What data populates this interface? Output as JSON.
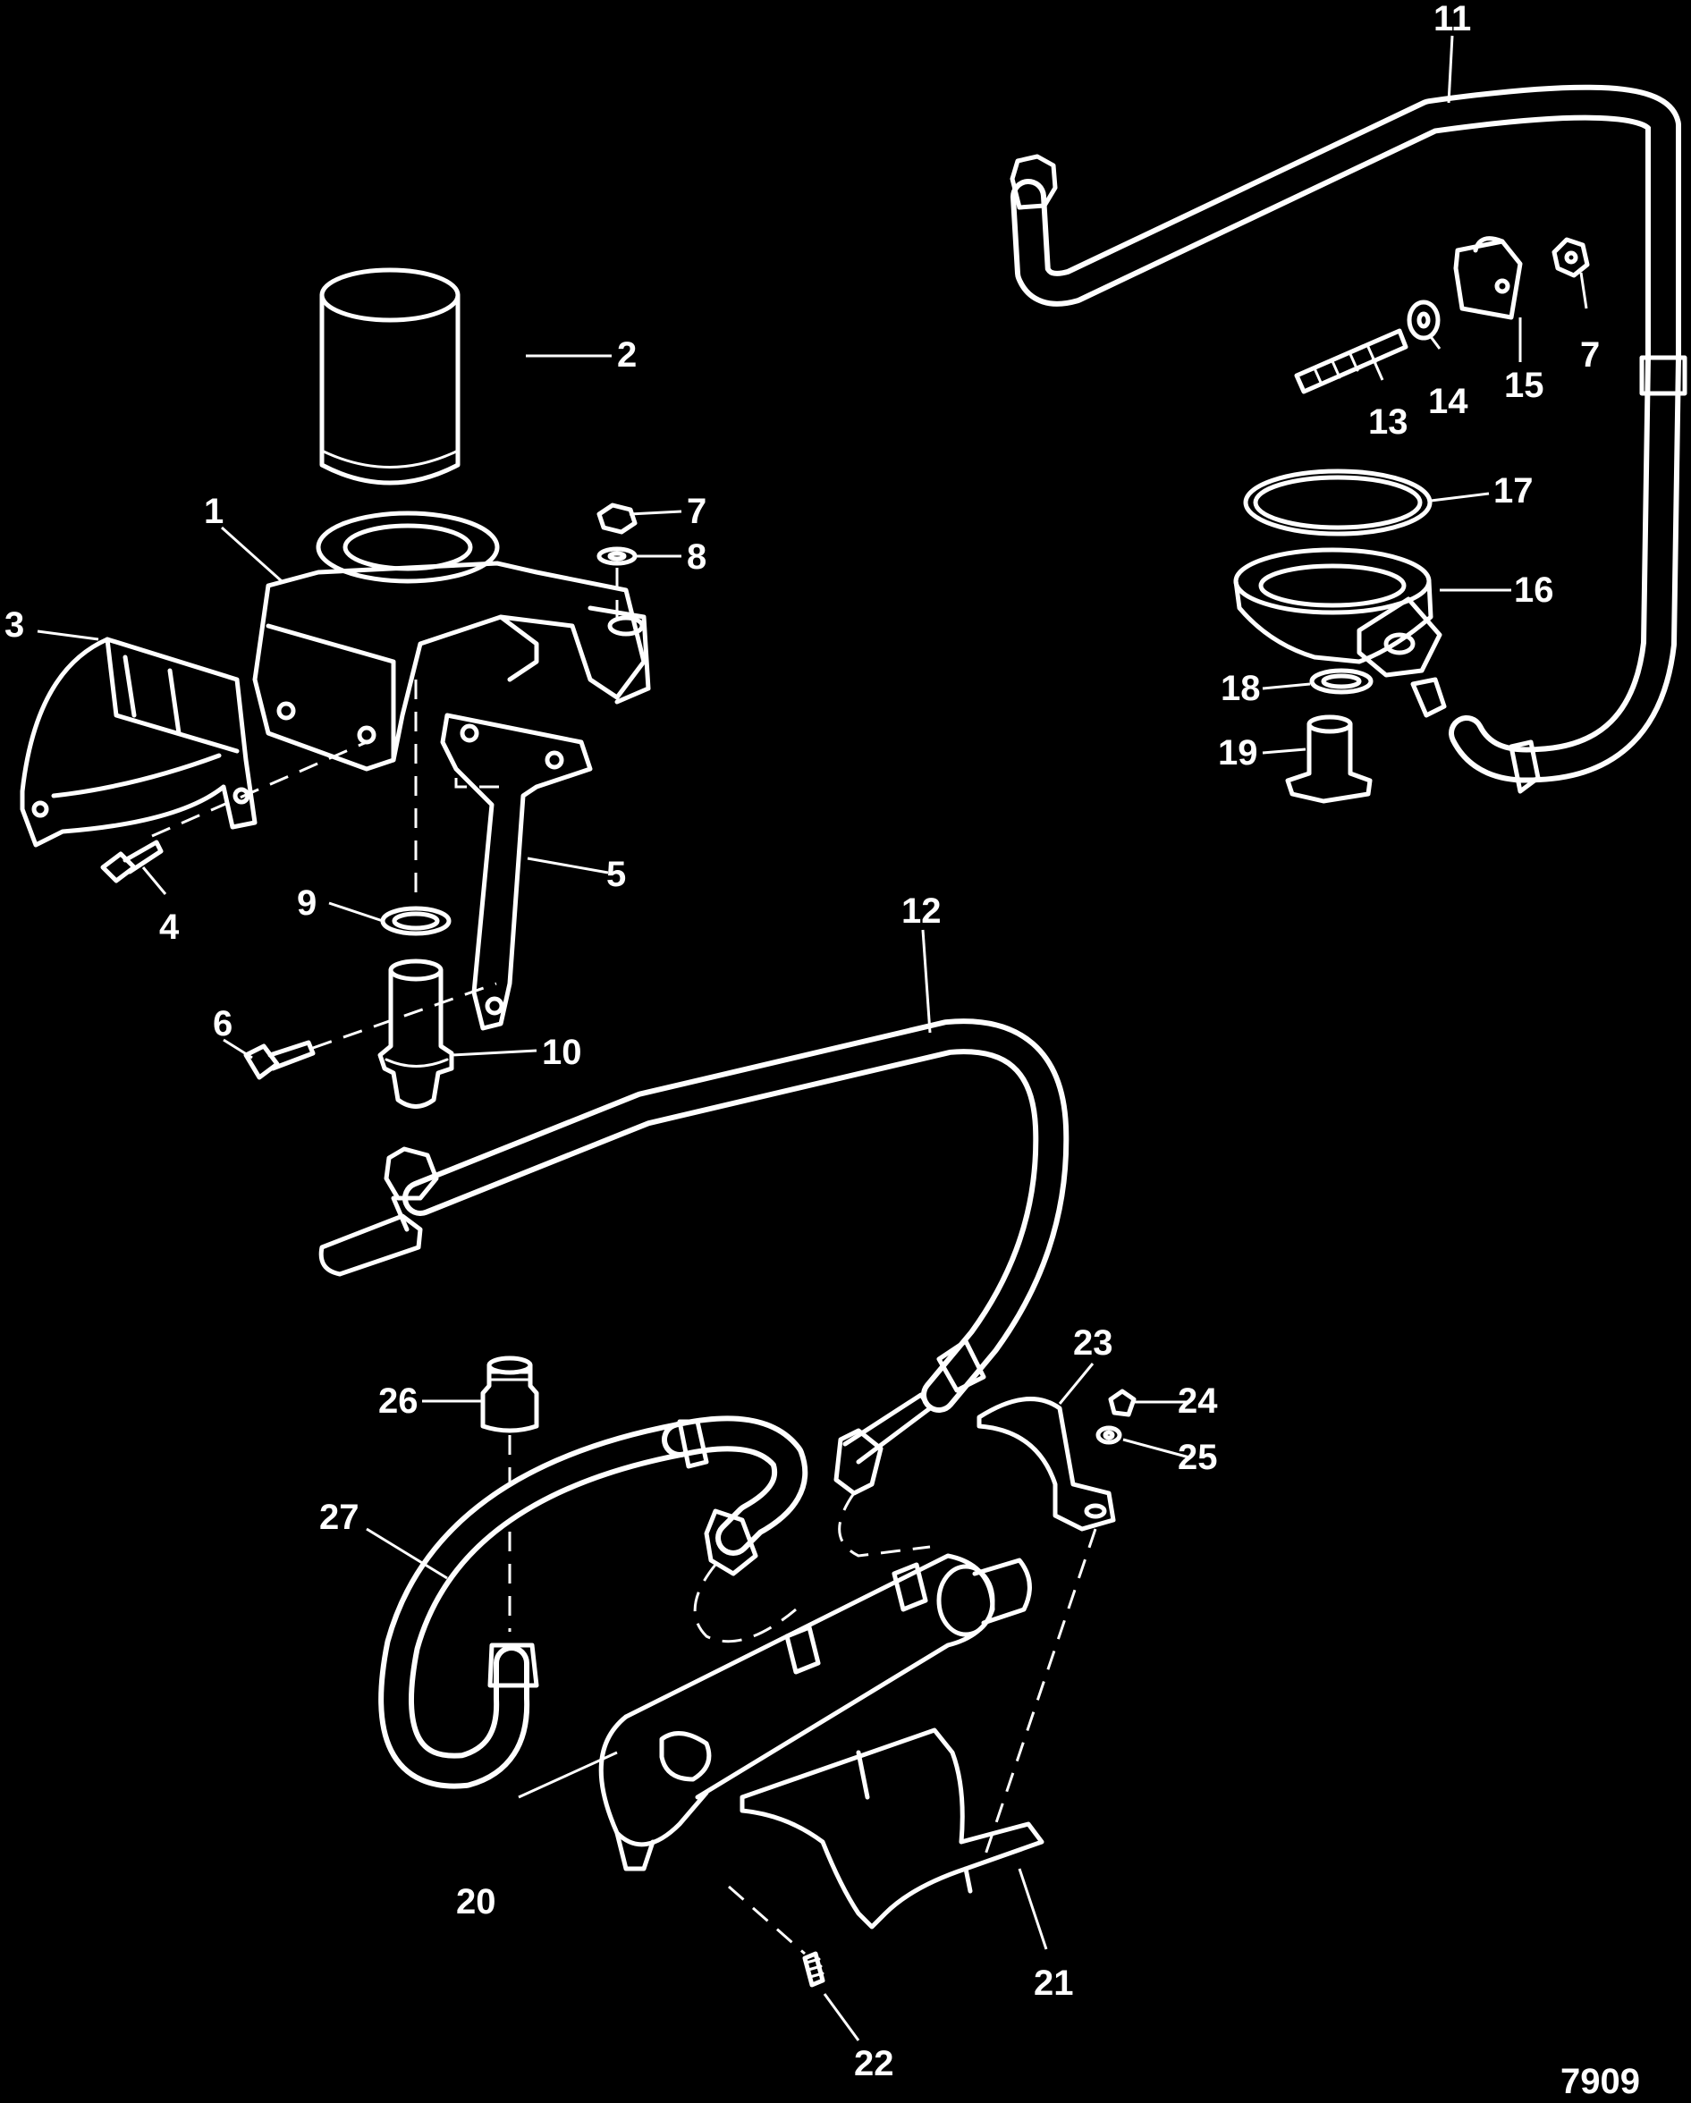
{
  "figure_number": "7909",
  "colors": {
    "background": "#000000",
    "line": "#ffffff"
  },
  "callouts": [
    "1",
    "2",
    "3",
    "4",
    "5",
    "6",
    "7",
    "8",
    "9",
    "10",
    "11",
    "12",
    "13",
    "14",
    "15",
    "7",
    "16",
    "17",
    "18",
    "19",
    "20",
    "21",
    "22",
    "23",
    "24",
    "25",
    "26",
    "27"
  ]
}
